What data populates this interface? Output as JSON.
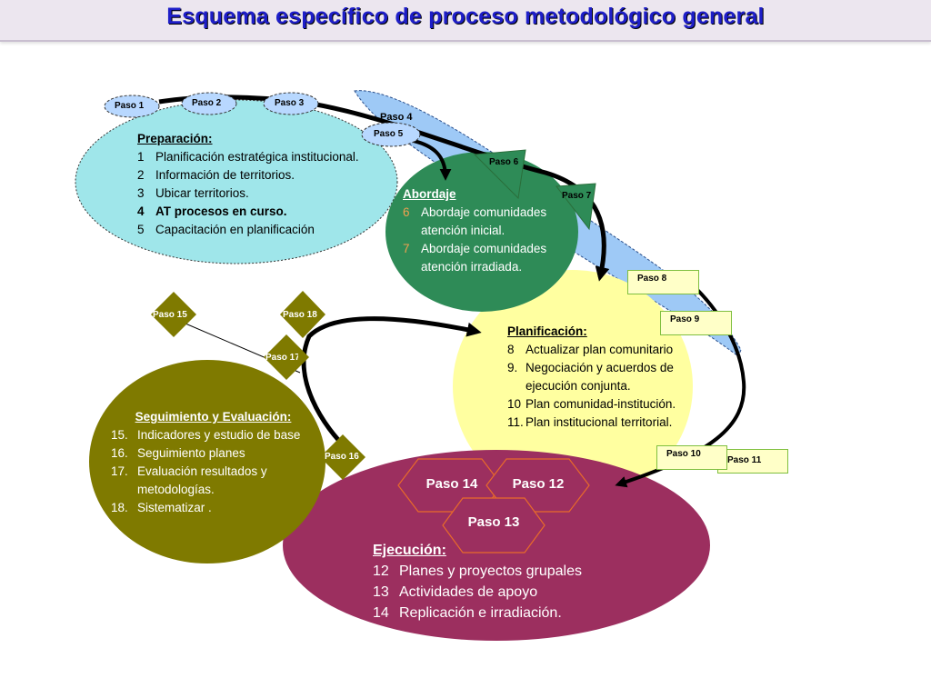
{
  "title": "Esquema específico de proceso metodológico general",
  "pasos": {
    "p1": "Paso 1",
    "p2": "Paso 2",
    "p3": "Paso 3",
    "p4": "Paso 4",
    "p5": "Paso 5",
    "p6": "Paso 6",
    "p7": "Paso 7",
    "p8": "Paso 8",
    "p9": "Paso 9",
    "p10": "Paso 10",
    "p11": "Paso 11",
    "p12": "Paso 12",
    "p13": "Paso 13",
    "p14": "Paso 14",
    "p15": "Paso 15",
    "p16": "Paso 16",
    "p17": "Paso 17",
    "p18": "Paso 18"
  },
  "preparacion": {
    "heading": "Preparación:",
    "items": [
      {
        "num": "1",
        "text": "Planificación estratégica institucional."
      },
      {
        "num": "2",
        "text": "Información de territorios."
      },
      {
        "num": "3",
        "text": "Ubicar territorios."
      },
      {
        "num": "4",
        "text": "AT procesos en curso."
      },
      {
        "num": "5",
        "text": "Capacitación en planificación"
      }
    ]
  },
  "abordaje": {
    "heading": "Abordaje",
    "items": [
      {
        "num": "6",
        "text": "Abordaje comunidades atención inicial."
      },
      {
        "num": "7",
        "text": "Abordaje comunidades atención irradiada."
      }
    ]
  },
  "planificacion": {
    "heading": "Planificación:",
    "items": [
      {
        "num": "8",
        "text": "Actualizar plan comunitario"
      },
      {
        "num": "9.",
        "text": "Negociación y acuerdos de ejecución conjunta."
      },
      {
        "num": "10",
        "text": "Plan comunidad-institución."
      },
      {
        "num": "11.",
        "text": "Plan institucional territorial."
      }
    ]
  },
  "seguimiento": {
    "heading": "Seguimiento y Evaluación:",
    "items": [
      {
        "num": "15.",
        "text": "Indicadores y estudio de base"
      },
      {
        "num": "16.",
        "text": "Seguimiento planes"
      },
      {
        "num": "17.",
        "text": "Evaluación resultados y metodologías."
      },
      {
        "num": "18.",
        "text": "Sistematizar ."
      }
    ]
  },
  "ejecucion": {
    "heading": "Ejecución:",
    "items": [
      {
        "num": "12",
        "text": "Planes y proyectos grupales"
      },
      {
        "num": "13",
        "text": "Actividades de apoyo"
      },
      {
        "num": "14",
        "text": "Replicación e irradiación."
      }
    ]
  },
  "colors": {
    "title": "#1e1ec8",
    "preparacion": "#9fe6ea",
    "abordaje": "#2e8b57",
    "planificacion": "#ffffa0",
    "seguimiento": "#7f7a00",
    "ejecucion": "#9c2f5f",
    "paso_ovals": "#b8d8ff",
    "band": "#9ec9f6"
  }
}
